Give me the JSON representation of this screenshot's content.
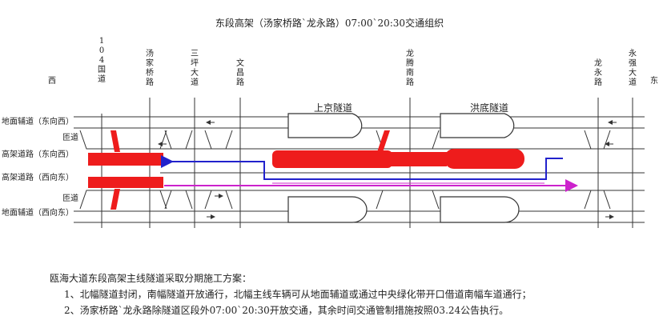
{
  "title": "东段高架（汤家桥路`龙永路）07:00`20:30交通组织",
  "direction": {
    "west": "西",
    "east": "东"
  },
  "roads": [
    {
      "id": "road-104",
      "label": "104国道"
    },
    {
      "id": "road-tangjiaqiao",
      "label": "汤家桥路"
    },
    {
      "id": "road-sanping",
      "label": "三坪大道"
    },
    {
      "id": "road-wenchang",
      "label": "文昌路"
    },
    {
      "id": "road-longteng",
      "label": "龙腾南路"
    },
    {
      "id": "road-longyong",
      "label": "龙永路"
    },
    {
      "id": "road-yongqiang",
      "label": "永强大道"
    }
  ],
  "lanes": {
    "ground_north": "地面辅道（东向西）",
    "ramp_top": "匝道",
    "elevated_north": "高架道路（东向西）",
    "elevated_south": "高架道路（西向东）",
    "ramp_bottom": "匝道",
    "ground_south": "地面辅道（西向东）"
  },
  "tunnels": {
    "shangjing": "上京隧道",
    "qiaodi": "洪底隧道"
  },
  "plan": {
    "heading": "瓯海大道东段高架主线隧道采取分期施工方案：",
    "item1": "1、北幅隧道封闭，南幅隧道开放通行，北幅主线车辆可从地面辅道或通过中央绿化带开口借道南幅车道通行；",
    "item2": "2、汤家桥路`龙永路除隧道区段外07:00`20:30开放交通，其余时间交通管制措施按照03.24公告执行。"
  },
  "colors": {
    "closed": "#ee1c1c",
    "westbound_route": "#2222cc",
    "eastbound_route": "#cc22cc",
    "line": "#333333"
  }
}
